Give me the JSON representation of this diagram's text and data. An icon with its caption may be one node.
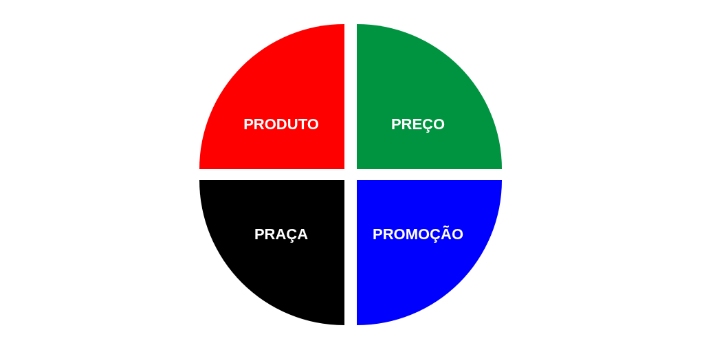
{
  "diagram": {
    "nodes": [
      {
        "text": [
          "PRODUTO"
        ]
      },
      {
        "text": [
          "PREÇO"
        ]
      },
      {
        "text": [
          "PRAÇA"
        ]
      },
      {
        "text": [
          "PROMOÇÃO"
        ]
      }
    ]
  }
}
